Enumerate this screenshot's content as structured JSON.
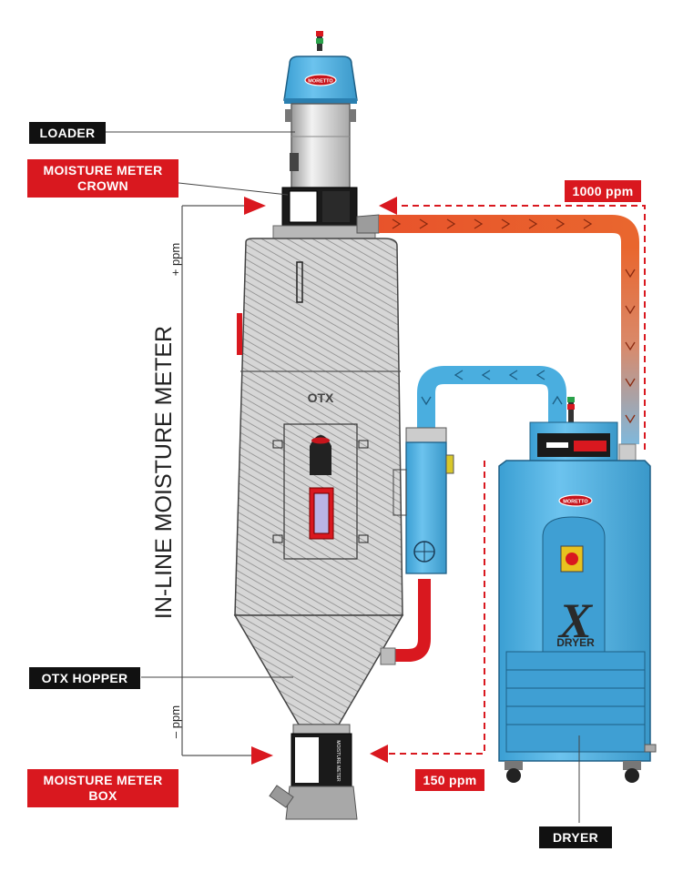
{
  "labels": {
    "loader": "LOADER",
    "moisture_meter_crown_line1": "MOISTURE METER",
    "moisture_meter_crown_line2": "CROWN",
    "otx_hopper": "OTX HOPPER",
    "moisture_meter_box_line1": "MOISTURE METER",
    "moisture_meter_box_line2": "BOX",
    "dryer": "DRYER"
  },
  "ppm": {
    "top_value": "1000 ppm",
    "bottom_value": "150 ppm",
    "plus": "+ ppm",
    "minus": "– ppm"
  },
  "vertical_title": "IN-LINE MOISTURE METER",
  "brand": {
    "moretto_badge": "MORETTO",
    "otx_logo": "OTX",
    "x_logo": "X",
    "dryer_logo": "DRYER",
    "box_side_text": "MOISTURE METER"
  },
  "colors": {
    "label_black": "#111111",
    "label_red": "#d9181f",
    "equipment_blue": "#4aaedf",
    "hot_air": "#e8532b",
    "cold_air": "#4aaedf",
    "return_pipe": "#d9181f"
  }
}
